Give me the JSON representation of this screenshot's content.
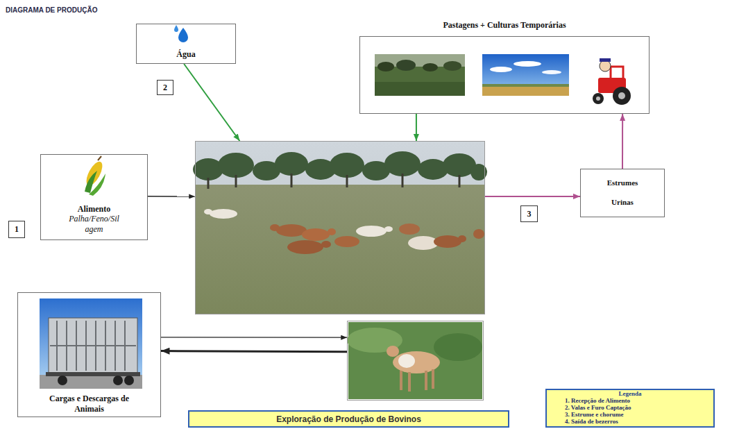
{
  "diagram": {
    "title": "DIAGRAMA DE PRODUÇÃO",
    "caption": "Exploração de Produção de Bovinos",
    "nodes": [
      {
        "text": [
          "Água"
        ]
      },
      {
        "text": [
          "Pastagens + Culturas Temporárias"
        ]
      },
      {
        "text": [
          "Alimento",
          "Palha/Feno/Sil agem"
        ]
      },
      {
        "text": []
      },
      {
        "text": [
          "Estrumes",
          "Urinas"
        ]
      },
      {
        "text": [
          "Cargas e Descargas de Animais"
        ]
      },
      {
        "text": []
      }
    ],
    "edges": [
      {
        "from": 0,
        "to": 3,
        "arrow": "to"
      },
      {
        "from": 1,
        "to": 3,
        "arrow": "to"
      },
      {
        "from": 2,
        "to": 3,
        "arrow": "to"
      },
      {
        "from": 3,
        "to": 4,
        "arrow": "to"
      },
      {
        "from": 4,
        "to": 1,
        "arrow": "to"
      },
      {
        "from": 5,
        "to": 6,
        "arrow": "to"
      },
      {
        "from": 6,
        "to": 5,
        "arrow": "to"
      }
    ],
    "labels": [
      "2",
      "3",
      "1",
      "Legenda"
    ],
    "legend": [
      {
        "text": "1. Recepção de Alimento"
      },
      {
        "text": "2. Valas e Furo Captação"
      },
      {
        "text": "3. Estrume e chorume"
      },
      {
        "text": "4. Saída de bezerros"
      }
    ]
  }
}
